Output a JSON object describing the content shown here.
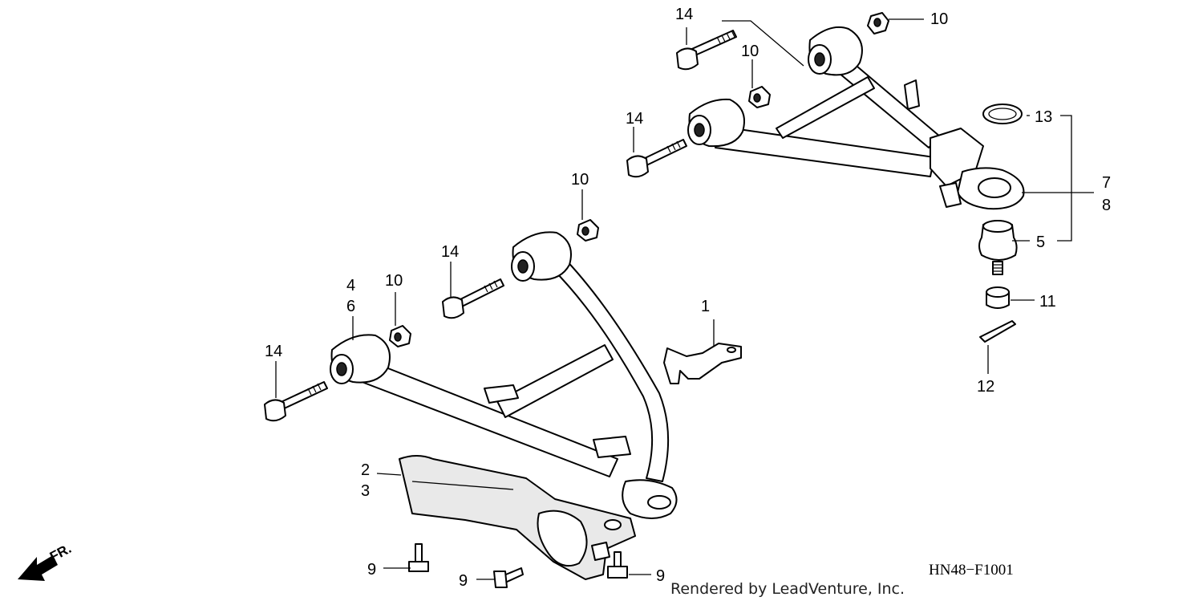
{
  "callouts": {
    "c1": "1",
    "c2": "2",
    "c3": "3",
    "c4": "4",
    "c5": "5",
    "c6": "6",
    "c7": "7",
    "c8": "8",
    "c9a": "9",
    "c9b": "9",
    "c9c": "9",
    "c10a": "10",
    "c10b": "10",
    "c10c": "10",
    "c10d": "10",
    "c11": "11",
    "c12": "12",
    "c13": "13",
    "c14a": "14",
    "c14b": "14",
    "c14c": "14",
    "c14d": "14"
  },
  "direction_label": "FR.",
  "diagram_code": "HN48−F1001",
  "watermark": "Rendered by LeadVenture, Inc."
}
